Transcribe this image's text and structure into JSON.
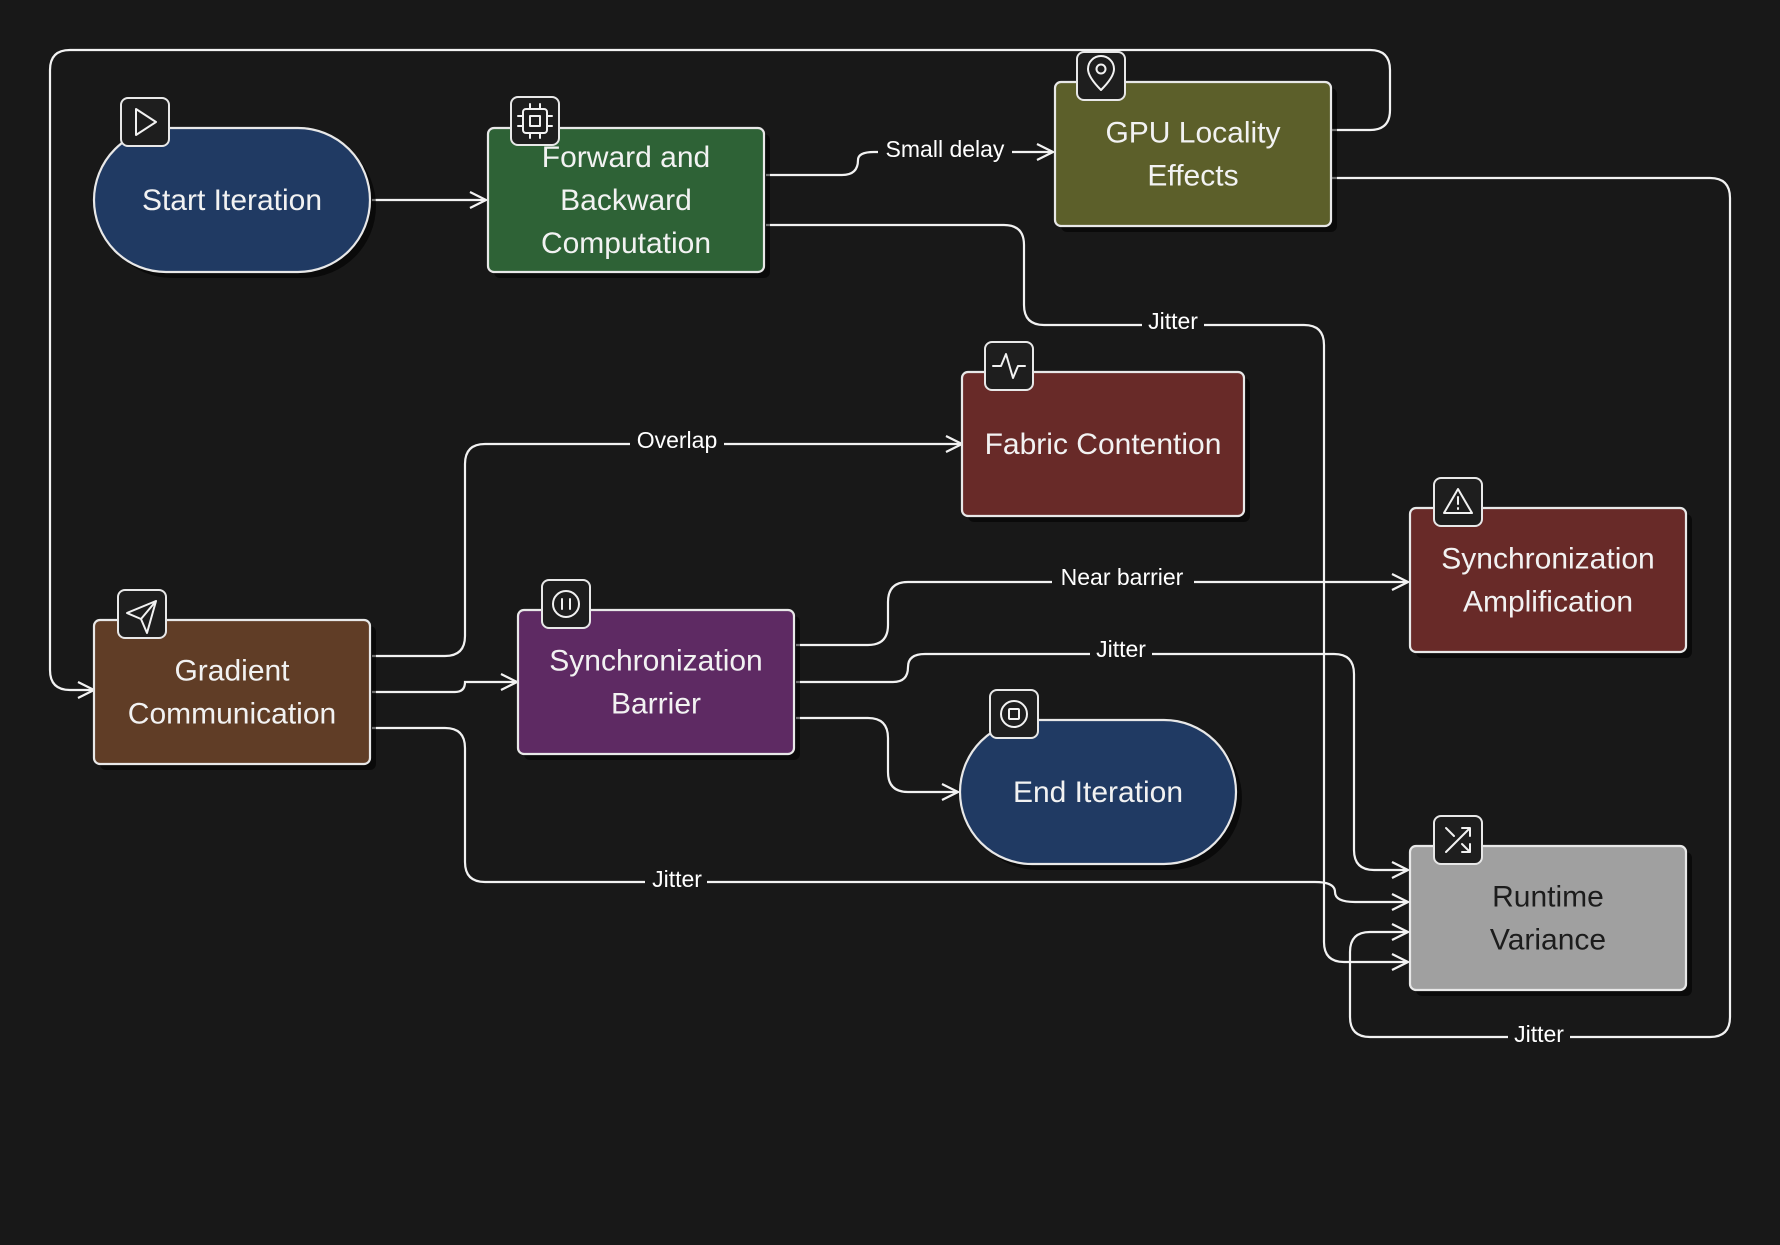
{
  "nodes": {
    "start": {
      "lines": [
        "Start Iteration"
      ],
      "icon": "play-icon",
      "color": "#203a63"
    },
    "forward": {
      "lines": [
        "Forward and",
        "Backward",
        "Computation"
      ],
      "icon": "cpu-icon",
      "color": "#2e6236"
    },
    "gpu": {
      "lines": [
        "GPU Locality",
        "Effects"
      ],
      "icon": "map-pin-icon",
      "color": "#5c5f2a"
    },
    "fabric": {
      "lines": [
        "Fabric Contention"
      ],
      "icon": "activity-icon",
      "color": "#682a28"
    },
    "syncamp": {
      "lines": [
        "Synchronization",
        "Amplification"
      ],
      "icon": "alert-triangle-icon",
      "color": "#682a28"
    },
    "gradient": {
      "lines": [
        "Gradient",
        "Communication"
      ],
      "icon": "send-icon",
      "color": "#603d26"
    },
    "barrier": {
      "lines": [
        "Synchronization",
        "Barrier"
      ],
      "icon": "pause-circle-icon",
      "color": "#5e2a63"
    },
    "end": {
      "lines": [
        "End Iteration"
      ],
      "icon": "stop-circle-icon",
      "color": "#203a63"
    },
    "runtime": {
      "lines": [
        "Runtime",
        "Variance"
      ],
      "icon": "shuffle-icon",
      "color": "#a0a0a0"
    }
  },
  "edges": {
    "small_delay": "Small delay",
    "jitter_forward": "Jitter",
    "overlap": "Overlap",
    "near_barrier": "Near barrier",
    "jitter_barrier": "Jitter",
    "jitter_gradient": "Jitter",
    "jitter_gpu": "Jitter"
  }
}
